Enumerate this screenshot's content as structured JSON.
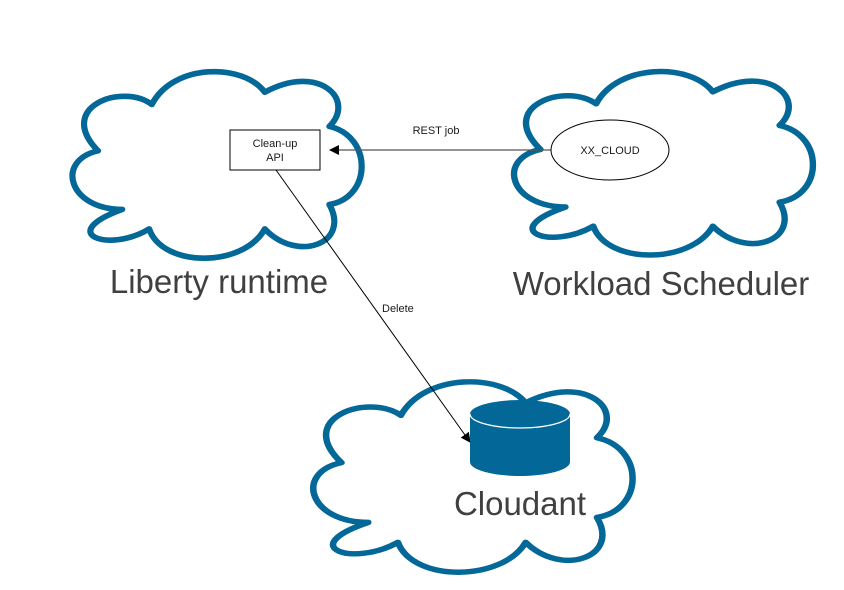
{
  "diagram": {
    "accent_color": "#036897",
    "nodes": {
      "liberty": {
        "label": "Liberty runtime"
      },
      "scheduler": {
        "label": "Workload Scheduler"
      },
      "cloudant": {
        "label": "Cloudant"
      },
      "cleanup_api": {
        "label_line1": "Clean-up",
        "label_line2": "API"
      },
      "xx_cloud": {
        "label": "XX_CLOUD"
      }
    },
    "edges": [
      {
        "from": "xx_cloud",
        "to": "cleanup_api",
        "label": "REST job"
      },
      {
        "from": "cleanup_api",
        "to": "cloudant",
        "label": "Delete"
      }
    ]
  }
}
